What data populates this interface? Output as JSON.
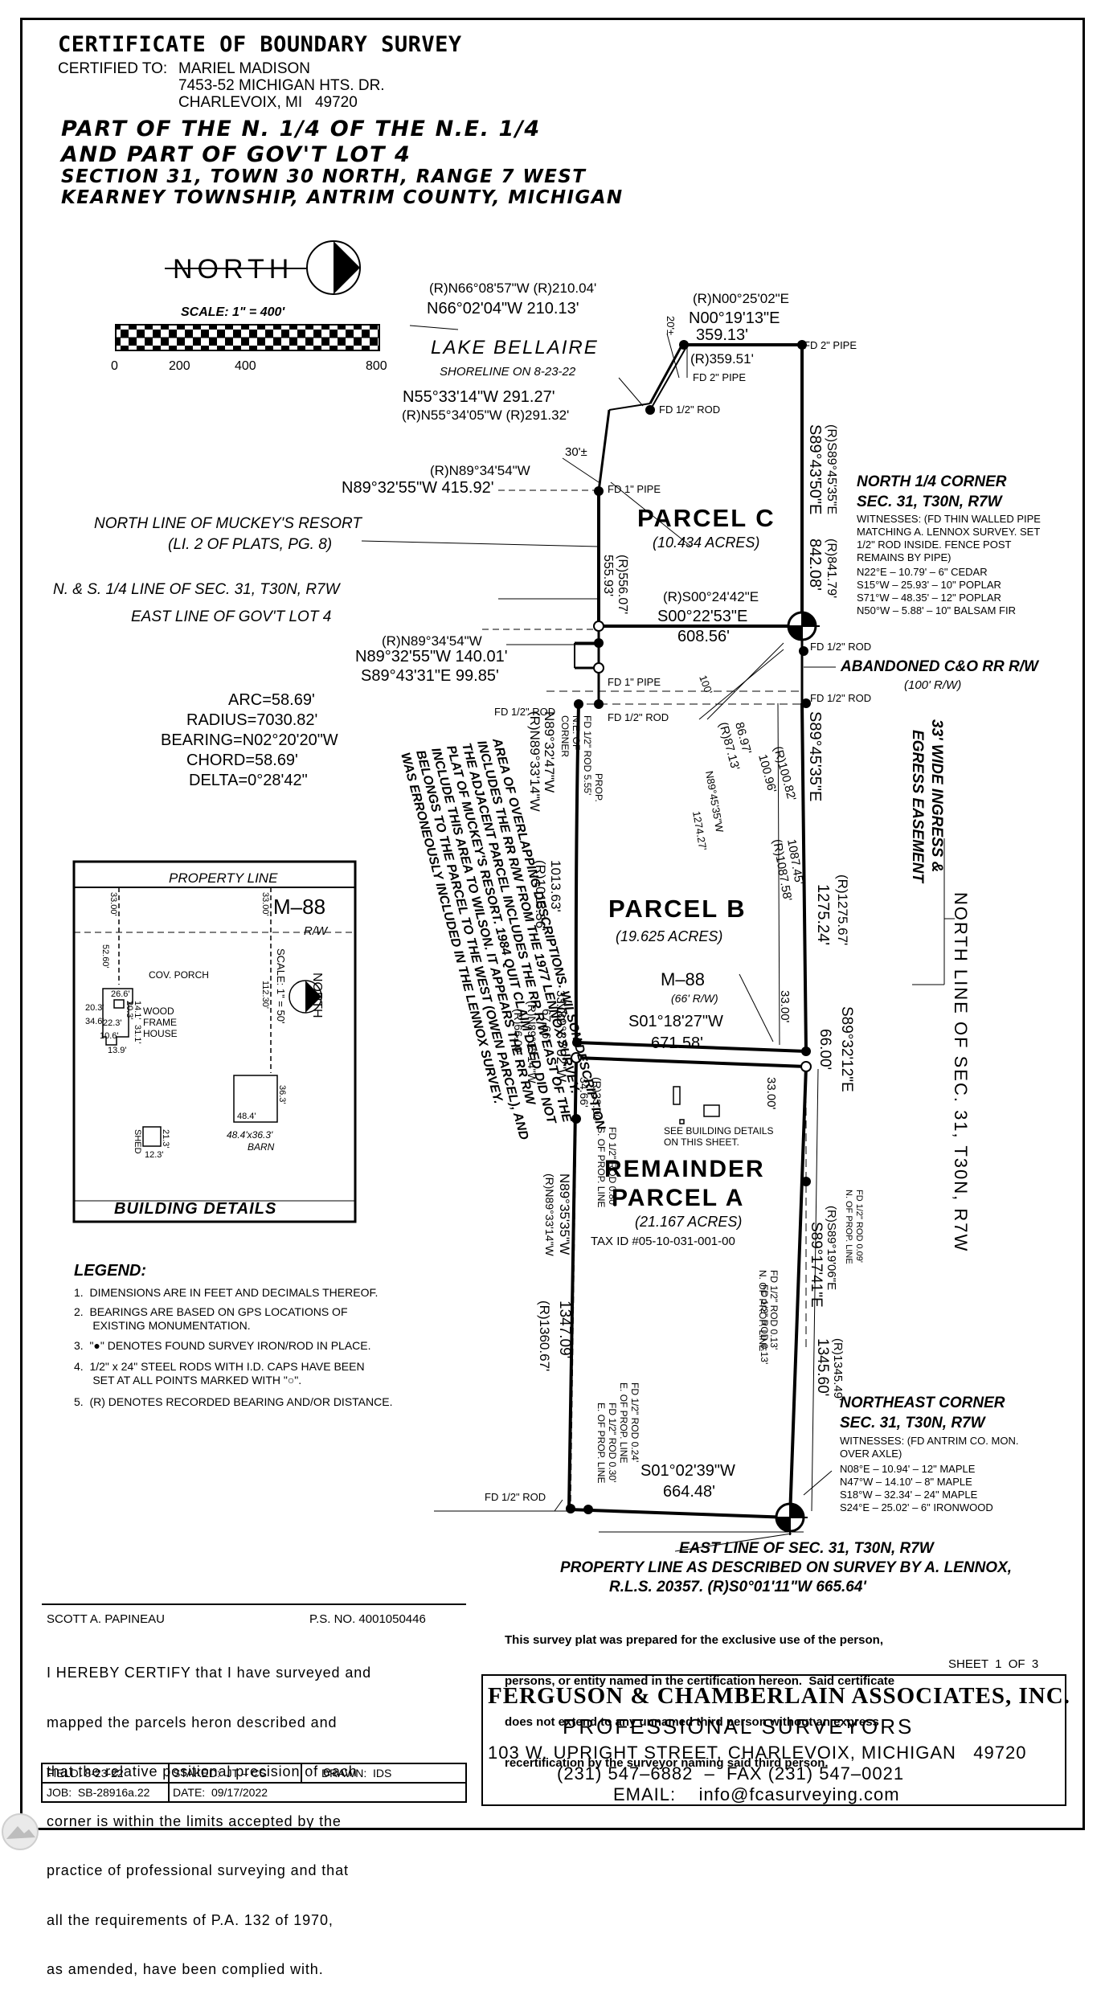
{
  "header": {
    "title": "CERTIFICATE OF BOUNDARY SURVEY",
    "certified_to_label": "CERTIFIED TO:",
    "certified_name": "MARIEL MADISON",
    "certified_addr1": "7453-52 MICHIGAN HTS. DR.",
    "certified_addr2": "CHARLEVOIX, MI   49720",
    "desc_line1": "PART OF THE N. 1/4 OF THE N.E. 1/4",
    "desc_line2": "AND PART OF GOV'T LOT 4",
    "desc_line3": "SECTION 31, TOWN 30 NORTH, RANGE 7 WEST",
    "desc_line4": "KEARNEY TOWNSHIP, ANTRIM COUNTY, MICHIGAN"
  },
  "north_arrow": {
    "label": "NORTH"
  },
  "scale_bar": {
    "label": "SCALE: 1\" = 400'",
    "ticks": [
      "0",
      "200",
      "400",
      "800"
    ]
  },
  "map": {
    "lake": "LAKE BELLAIRE",
    "shoreline": "SHORELINE ON 8-23-22",
    "b1r": "(R)N66°08'57\"W (R)210.04'",
    "b1": "N66°02'04\"W 210.13'",
    "b2r": "(R)N00°25'02\"E",
    "b2": "N00°19'13\"E",
    "b2d": "359.13'",
    "b2rd": "(R)359.51'",
    "fd2pipe_a": "FD 2\" PIPE",
    "fd2pipe_b": "FD 2\" PIPE",
    "twenty": "20'±",
    "thirty": "30'±",
    "b3": "N55°33'14\"W 291.27'",
    "b3r": "(R)N55°34'05\"W (R)291.32'",
    "fd_half_rod": "FD 1/2\" ROD",
    "b4r": "(R)N89°34'54\"W",
    "b4": "N89°32'55\"W 415.92'",
    "fd1pipe": "FD 1\" PIPE",
    "muckey1": "NORTH LINE OF MUCKEY'S RESORT",
    "muckey2": "(LI. 2 OF PLATS, PG. 8)",
    "parcel_c": "PARCEL C",
    "parcel_c_acres": "(10.434 ACRES)",
    "west_c_r": "(R)556.07'",
    "west_c": "555.93'",
    "east_c_r1": "(R)S89°45'35\"E",
    "east_c_1": "S89°43'50\"E",
    "east_c_r2": "(R)841.79'",
    "east_c_2": "842.08'",
    "ns_line": "N. & S. 1/4 LINE OF SEC. 31, T30N, R7W",
    "east_gov": "EAST LINE OF GOV'T LOT 4",
    "n14_title1": "NORTH 1/4 CORNER",
    "n14_title2": "SEC. 31, T30N, R7W",
    "n14_w1": "WITNESSES: (FD THIN WALLED PIPE",
    "n14_w2": "MATCHING A. LENNOX SURVEY.  SET",
    "n14_w3": "1/2\" ROD INSIDE. FENCE POST",
    "n14_w4": "REMAINS BY PIPE)",
    "n14_w5": "N22°E  –  10.79'  –   6\" CEDAR",
    "n14_w6": "S15°W  –  25.93'  –  10\" POPLAR",
    "n14_w7": "S71°W  –  48.35'  –  12\" POPLAR",
    "n14_w8": "N50°W  –    5.88'  –  10\" BALSAM FIR",
    "b5r": "(R)S00°24'42\"E",
    "b5": "S00°22'53\"E",
    "b5d": "608.56'",
    "b6r": "(R)N89°34'54\"W",
    "b6": "N89°32'55\"W 140.01'",
    "b7": "S89°43'31\"E 99.85'",
    "fd1pipe_b": "FD 1\" PIPE",
    "fd_half_rod_b": "FD 1/2\" ROD",
    "fd_half_rod_c": "FD 1/2\" ROD",
    "fd_half_rod_d": "FD 1/2\" ROD",
    "fd_half_rod_e": "FD 1/2\" ROD",
    "hundred": "100'",
    "abandoned": "ABANDONED C&O RR R/W",
    "abandoned_w": "(100' R/W)",
    "arc": "ARC=58.69'",
    "radius": "RADIUS=7030.82'",
    "bearing": "BEARING=N02°20'20\"W",
    "chord": "CHORD=58.69'",
    "delta": "DELTA=0°28'42\"",
    "ne_corner_a": "N.E. OF",
    "ne_corner_b": "CORNER",
    "fd_rod_555": "FD 1/2\" ROD 5.55'",
    "prop": "PROP.",
    "nw_b1": "N89°32'47\"W",
    "nw_b1r": "(R)N89°33'14\"W",
    "nw_b1d": "1013.63'",
    "nw_b1rd": "(R)1013.36'",
    "overlap1": "AREA OF OVERLAPPING DESCRIPTIONS.  WILSON DESCRIPTION",
    "overlap2": "INCLUDES THE RR R/W FROM THE 1977 LENNOX SURVEY.",
    "overlap3": "THE ADJACENT PARCEL INCLUDES THE RR R/W EAST OF THE",
    "overlap4": "PLAT OF MUCKEY'S RESORT.  1984 QUIT CLAIM DEED DID NOT",
    "overlap5": "INCLUDE THIS AREA TO WILSON.  IT APPEARS THE RR R/W",
    "overlap6": "BELONGS TO THE PARCEL TO THE WEST (OWEN PARCEL), AND",
    "overlap7": "WAS ERRONEOUSLY INCLUDED IN THE LENNOX SURVEY.",
    "d100_82": "(R)100.82'",
    "d100_96": "100.96'",
    "d86_97": "86.97'",
    "d87_13": "(R)87.13'",
    "d1274": "N89°45'35\"W",
    "d1274b": "1274.27'",
    "d1087_45": "1087.45'",
    "d1087_58": "(R)1087.58'",
    "e_b1": "S89°45'35\"E",
    "e_b1d": "1275.24'",
    "e_b1rd": "(R)1275.67'",
    "ingress1": "33' WIDE INGRESS &",
    "ingress2": "EGRESS EASEMENT",
    "north_line_sec": "NORTH LINE OF SEC. 31, T30N, R7W",
    "parcel_b": "PARCEL B",
    "parcel_b_acres": "(19.625 ACRES)",
    "m88": "M–88",
    "m88_w": "(66' R/W)",
    "s01a": "S01°18'27\"W",
    "s01a_d": "671.58'",
    "thirty_three_a": "33.00'",
    "thirty_three_b": "33.00'",
    "thirty_three_c": "33.00'",
    "r33": "(R)33.00'",
    "d34_66": "34.66'",
    "nw_c1": "N89°37'02\"W",
    "nw_c1d": "67.66'",
    "nw_c1r": "(R)N89°33'14\"W",
    "nw_c1rd": "(R)66.00'",
    "s8932": "S89°32'12\"E",
    "s8932d": "66.00'",
    "remainder1": "REMAINDER",
    "remainder2": "PARCEL A",
    "remainder_acres": "(21.167 ACRES)",
    "tax_id": "TAX ID #05-10-031-001-00",
    "see_details1": "SEE BUILDING DETAILS",
    "see_details2": "ON THIS SHEET.",
    "fd_rod_080": "FD 1/2\" ROD 0.80'",
    "s_of_prop": "S. OF PROP. LINE",
    "nw_d1": "N89°35'35\"W",
    "nw_d1r": "(R)N89°33'14\"W",
    "nw_d1d": "1347.09'",
    "nw_d1rd": "(R)1360.67'",
    "s8917": "S89°17'41\"E",
    "s8917r": "(R)S89°19'06\"E",
    "s8917d": "1345.60'",
    "s8917rd": "(R)1345.49'",
    "fd_rod_009": "FD 1/2\" ROD 0.09'",
    "n_prop": "N. OF PROP. LINE",
    "fd_rod_013": "FD 1/2\" ROD 0.13'",
    "n_prop2": "N. OF PROP. LINE",
    "fd_rod_024": "FD 1/2\" ROD 0.24'",
    "e_prop": "E. OF PROP. LINE",
    "fd_rod_030": "FD 1/2\" ROD 0.30'",
    "e_prop2": "E. OF PROP. LINE",
    "nec_title1": "NORTHEAST CORNER",
    "nec_title2": "SEC. 31, T30N, R7W",
    "nec_w1": "WITNESSES: (FD ANTRIM CO. MON.",
    "nec_w2": "OVER AXLE)",
    "nec_w3": "N08°E  –  10.94'  –  12\" MAPLE",
    "nec_w4": "N47°W  –  14.10'  –    8\" MAPLE",
    "nec_w5": "S18°W  –  32.34'  –  24\" MAPLE",
    "nec_w6": "S24°E  –  25.02'  –    6\" IRONWOOD",
    "s01b": "S01°02'39\"W",
    "s01b_d": "664.48'",
    "fd_half_rod_f": "FD 1/2\" ROD",
    "east_line": "EAST LINE OF SEC. 31, T30N, R7W",
    "prop_line1": "PROPERTY LINE AS DESCRIBED ON SURVEY BY A. LENNOX,",
    "prop_line2": "R.L.S. 20357.  (R)S0°01'11\"W 665.64'"
  },
  "building_details": {
    "property_line": "PROPERTY LINE",
    "m88": "M–88",
    "rw": "R/W",
    "d33a": "33.00'",
    "d33b": "33.00'",
    "d52": "52.60'",
    "cov_porch": "COV. PORCH",
    "d26": "26.6'",
    "d20a": "20.3'",
    "d14": "14.1'",
    "d20b": "20.3'",
    "d34": "34.6'",
    "d22": "22.3'",
    "d31": "31.1'",
    "d10": "10.6'",
    "d13": "13.9'",
    "wood1": "WOOD",
    "wood2": "FRAME",
    "wood3": "HOUSE",
    "d112": "112.30'",
    "north": "NORTH",
    "scale": "SCALE: 1\" = 50'",
    "d36": "36.3'",
    "d48": "48.4'",
    "barn1": "48.4'x36.3'",
    "barn2": "BARN",
    "shed": "SHED",
    "d21": "21.3'",
    "d12": "12.3'",
    "title": "BUILDING DETAILS"
  },
  "legend": {
    "title": "LEGEND:",
    "items": [
      "1.  DIMENSIONS ARE IN FEET AND DECIMALS THEREOF.",
      "2.  BEARINGS ARE BASED ON GPS LOCATIONS OF",
      "      EXISTING MONUMENTATION.",
      "3.  \"●\" DENOTES FOUND SURVEY IRON/ROD IN PLACE.",
      "4.  1/2\" x 24\" STEEL RODS WITH I.D. CAPS HAVE BEEN",
      "      SET AT ALL POINTS MARKED WITH \"○\".",
      "5.  (R) DENOTES RECORDED BEARING AND/OR DISTANCE."
    ]
  },
  "certification": {
    "surveyor": "SCOTT A. PAPINEAU",
    "ps_no": "P.S. NO. 4001050446",
    "lines": [
      "I HEREBY CERTIFY that I have surveyed and",
      "mapped the parcels heron described and",
      "that the relative positional precision of each",
      "corner is within the limits accepted by the",
      "practice of professional surveying and that",
      "all the requirements of P.A. 132 of 1970,",
      "as amended, have been complied with."
    ],
    "field": "FIELD: 8-23-22",
    "staked": "STAKED:  JT – CS",
    "drawn": "DRAWN:  IDS",
    "job": "JOB:  SB-28916a.22",
    "date": "DATE:  09/17/2022"
  },
  "disclaimer": {
    "lines": [
      "This survey plat was prepared for the exclusive use of the person,",
      "persons, or entity named in the certification hereon.  Said certificate",
      "does not extend to any unnamed third person without an express",
      "recertification by the surveyor naming said third person."
    ],
    "sheet": "SHEET  1  OF  3"
  },
  "firm": {
    "name": "FERGUSON & CHAMBERLAIN ASSOCIATES, INC.",
    "sub": "PROFESSIONAL SURVEYORS",
    "address": "103 W. UPRIGHT STREET, CHARLEVOIX, MICHIGAN   49720",
    "phone": "(231) 547–6882  –  FAX (231) 547–0021",
    "email": "EMAIL:    info@fcasurveying.com"
  }
}
